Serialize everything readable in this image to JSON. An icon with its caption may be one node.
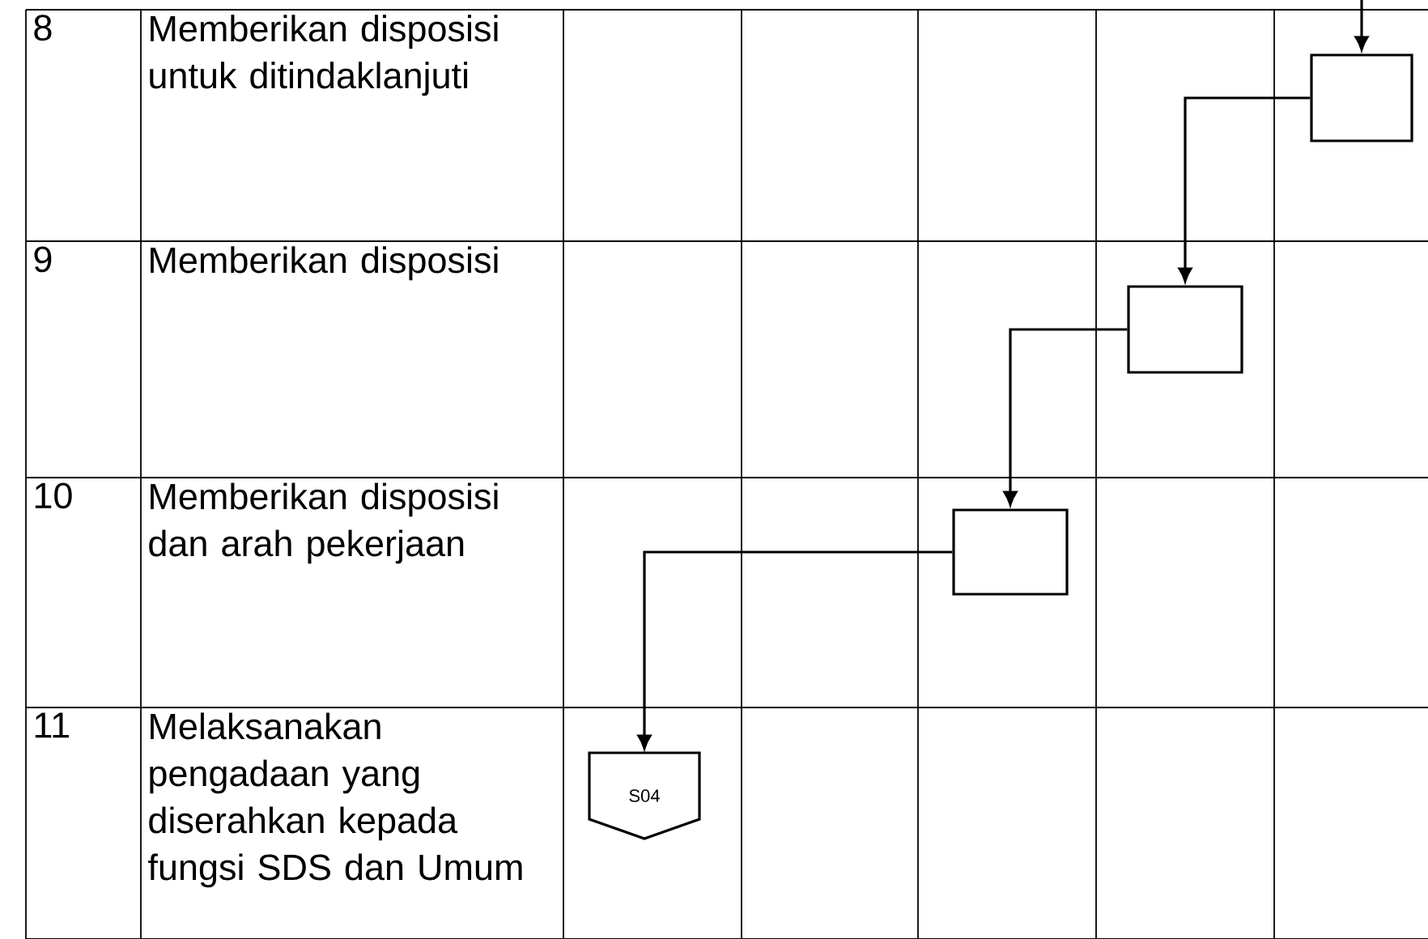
{
  "diagram": {
    "nodes": [
      {
        "text": [],
        "shape": "box"
      },
      {
        "text": [],
        "shape": "box"
      },
      {
        "text": [],
        "shape": "box"
      },
      {
        "text": [
          "S04"
        ]
      }
    ],
    "edges": [
      {
        "from": null,
        "to": 0,
        "arrow": "to"
      },
      {
        "from": 0,
        "to": 1,
        "arrow": "to"
      },
      {
        "from": 1,
        "to": 2,
        "arrow": "to"
      },
      {
        "from": 2,
        "to": 3,
        "arrow": "to"
      }
    ],
    "labels": [
      "8",
      "Memberikan disposisi untuk ditindaklanjuti",
      "9",
      "Memberikan disposisi",
      "10",
      "Memberikan disposisi dan arah pekerjaan",
      "11",
      "Melaksanakan pengadaan yang diserahkan kepada fungsi SDS dan Umum"
    ]
  }
}
